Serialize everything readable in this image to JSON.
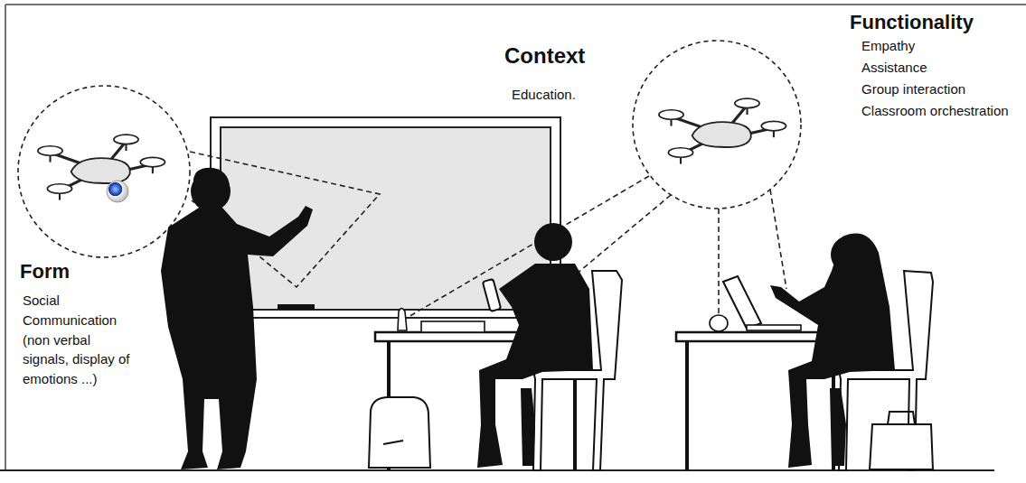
{
  "diagram": {
    "labels": [
      "Context",
      "Education.",
      "Functionality",
      "Empathy",
      "Assistance",
      "Group interaction",
      "Classroom orchestration",
      "Form",
      "Social Communication (non verbal signals, display of emotions ...)"
    ]
  }
}
